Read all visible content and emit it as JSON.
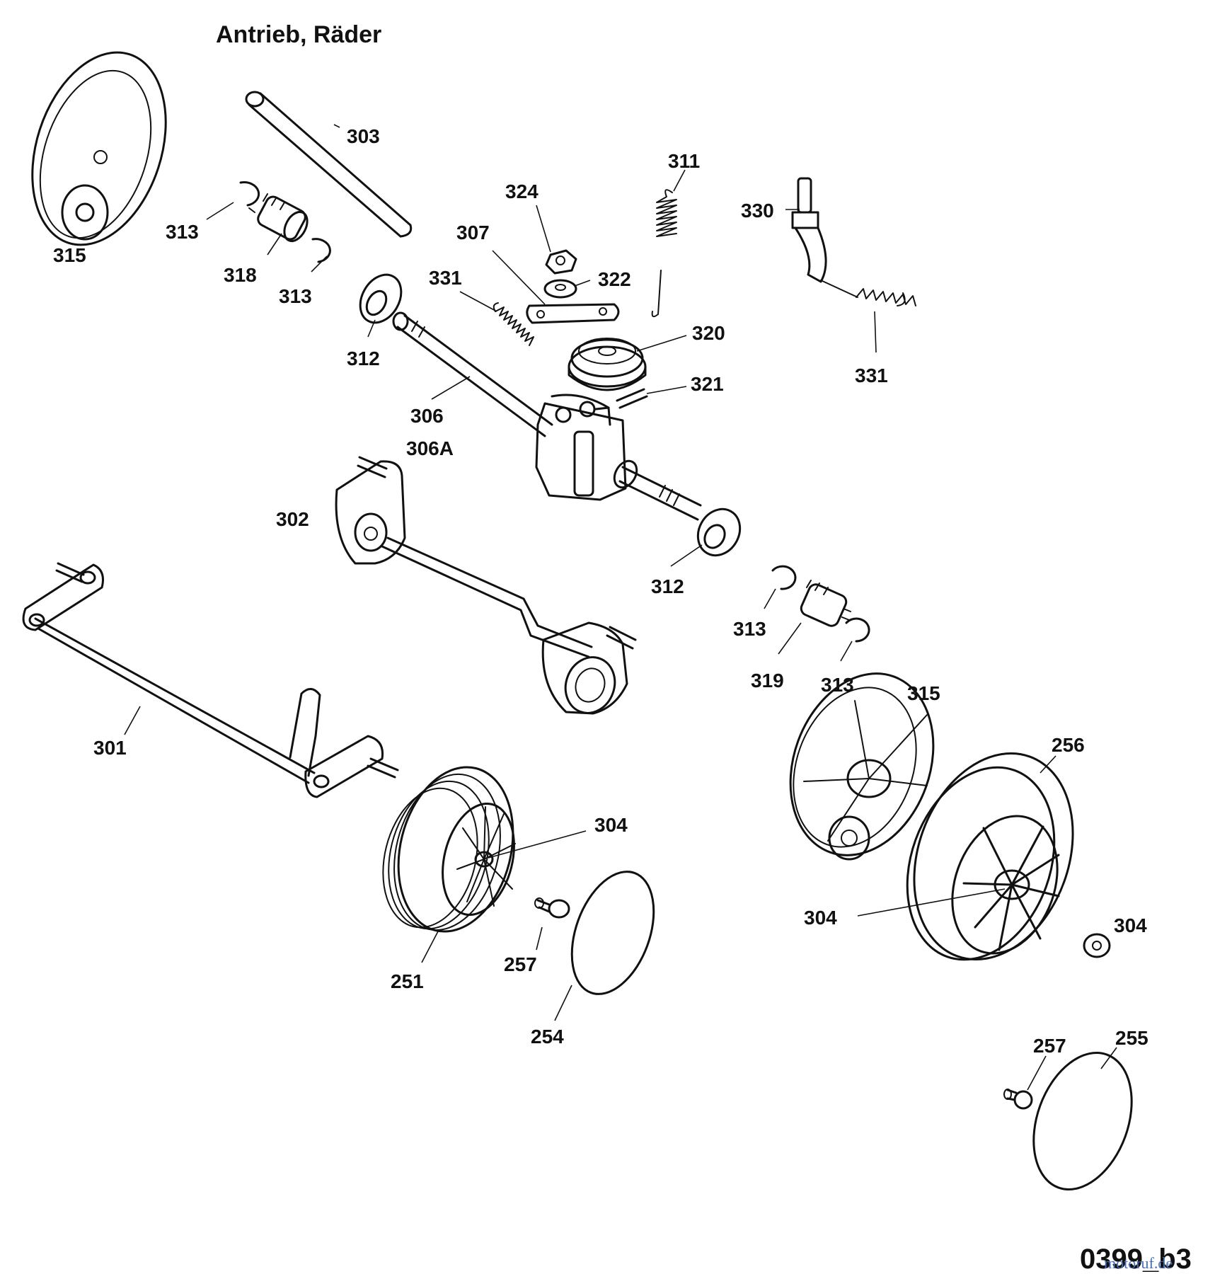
{
  "title": "Antrieb, Räder",
  "drawing_code": "0399_b3",
  "watermark": "motoruf.de",
  "callouts": [
    {
      "id": "c303",
      "label": "303"
    },
    {
      "id": "c311",
      "label": "311"
    },
    {
      "id": "c324",
      "label": "324"
    },
    {
      "id": "c330",
      "label": "330"
    },
    {
      "id": "c307",
      "label": "307"
    },
    {
      "id": "c313a",
      "label": "313"
    },
    {
      "id": "c315a",
      "label": "315"
    },
    {
      "id": "c318",
      "label": "318"
    },
    {
      "id": "c313b",
      "label": "313"
    },
    {
      "id": "c331a",
      "label": "331"
    },
    {
      "id": "c322",
      "label": "322"
    },
    {
      "id": "c312a",
      "label": "312"
    },
    {
      "id": "c320",
      "label": "320"
    },
    {
      "id": "c331b",
      "label": "331"
    },
    {
      "id": "c321",
      "label": "321"
    },
    {
      "id": "c306",
      "label": "306"
    },
    {
      "id": "c306a",
      "label": "306A"
    },
    {
      "id": "c302",
      "label": "302"
    },
    {
      "id": "c312b",
      "label": "312"
    },
    {
      "id": "c313c",
      "label": "313"
    },
    {
      "id": "c319",
      "label": "319"
    },
    {
      "id": "c313d",
      "label": "313"
    },
    {
      "id": "c315b",
      "label": "315"
    },
    {
      "id": "c301",
      "label": "301"
    },
    {
      "id": "c256",
      "label": "256"
    },
    {
      "id": "c304a",
      "label": "304"
    },
    {
      "id": "c304b",
      "label": "304"
    },
    {
      "id": "c304c",
      "label": "304"
    },
    {
      "id": "c257a",
      "label": "257"
    },
    {
      "id": "c251",
      "label": "251"
    },
    {
      "id": "c254",
      "label": "254"
    },
    {
      "id": "c257b",
      "label": "257"
    },
    {
      "id": "c255",
      "label": "255"
    }
  ]
}
